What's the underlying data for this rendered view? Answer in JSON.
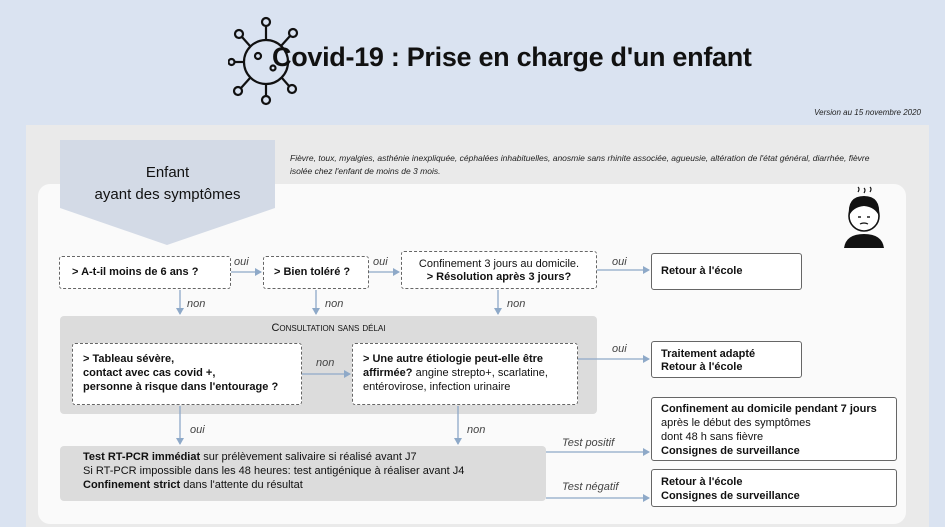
{
  "title": "Covid-19 : Prise en charge d'un enfant",
  "version": "Version au 15 novembre 2020",
  "symptoms_box": {
    "line1": "Enfant",
    "line2": "ayant des symptômes"
  },
  "symptoms_note": "Fièvre, toux, myalgies, asthénie inexpliquée, céphalées inhabituelles, anosmie sans rhinite associée, agueusie, altération de l'état général, diarrhée, fièvre isolée chez l'enfant de moins de 3 mois.",
  "q_age": "> A-t-il moins de 6 ans ?",
  "q_tolere": "> Bien toléré ?",
  "q_confinement": {
    "line1": "Confinement 3 jours au domicile.",
    "line2": "> Résolution après 3 jours?"
  },
  "retour_ecole_1": "Retour à l'école",
  "consultation_title": "Consultation sans délai",
  "q_severe": {
    "line1": "> Tableau sévère,",
    "line2": "contact avec cas covid +,",
    "line3": "personne à risque dans l'entourage ?"
  },
  "q_etiologie": {
    "line1": "> Une autre étiologie peut-elle être",
    "line2": "affirmée?",
    "line2b": " angine strepto+, scarlatine,",
    "line3": "entérovirose, infection urinaire"
  },
  "traitement": {
    "line1": "Traitement adapté",
    "line2": "Retour à l'école"
  },
  "test_box": {
    "line1a": "Test RT-PCR immédiat",
    "line1b": " sur prélèvement salivaire si réalisé avant J7",
    "line2": "Si RT-PCR impossible dans les 48 heures: test antigénique à réaliser avant J4",
    "line3a": "Confinement strict",
    "line3b": " dans l'attente du résultat"
  },
  "positif_box": {
    "line1": "Confinement au domicile pendant 7 jours",
    "line2": "après le début des symptômes",
    "line3": "dont 48 h sans fièvre",
    "line4": "Consignes de  surveillance"
  },
  "negatif_box": {
    "line1": "Retour à l'école",
    "line2": "Consignes de surveillance"
  },
  "labels": {
    "oui": "oui",
    "non": "non",
    "test_positif": "Test positif",
    "test_negatif": "Test négatif"
  },
  "icons": [
    "virus-icon",
    "child-fever-icon"
  ],
  "colors": {
    "background": "#dae3f1",
    "arrow": "#8ea9c8",
    "pentagon": "#d3dae6",
    "gray_box": "#dcdcdc"
  }
}
